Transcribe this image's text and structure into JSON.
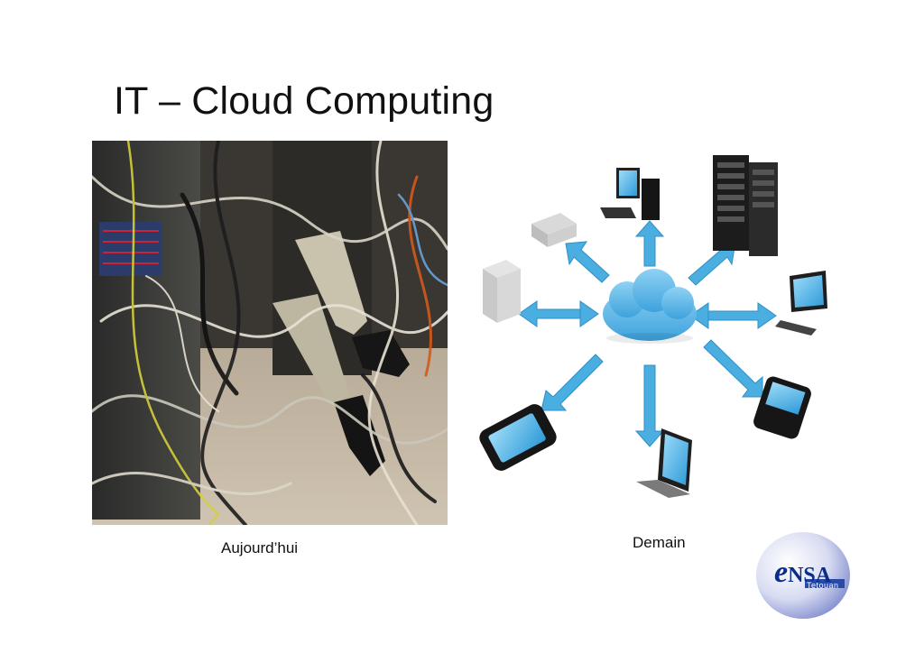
{
  "slide": {
    "title": "IT – Cloud Computing"
  },
  "captions": {
    "left": "Aujourd’hui",
    "right": "Demain"
  },
  "logo": {
    "letter": "e",
    "name": "NSA",
    "sub": "Tetouan"
  },
  "colors": {
    "arrow": "#4aaee0",
    "cloud": "#5ab8e8",
    "screen": "#3ea8e4",
    "logo_blue": "#0a2d8a"
  }
}
